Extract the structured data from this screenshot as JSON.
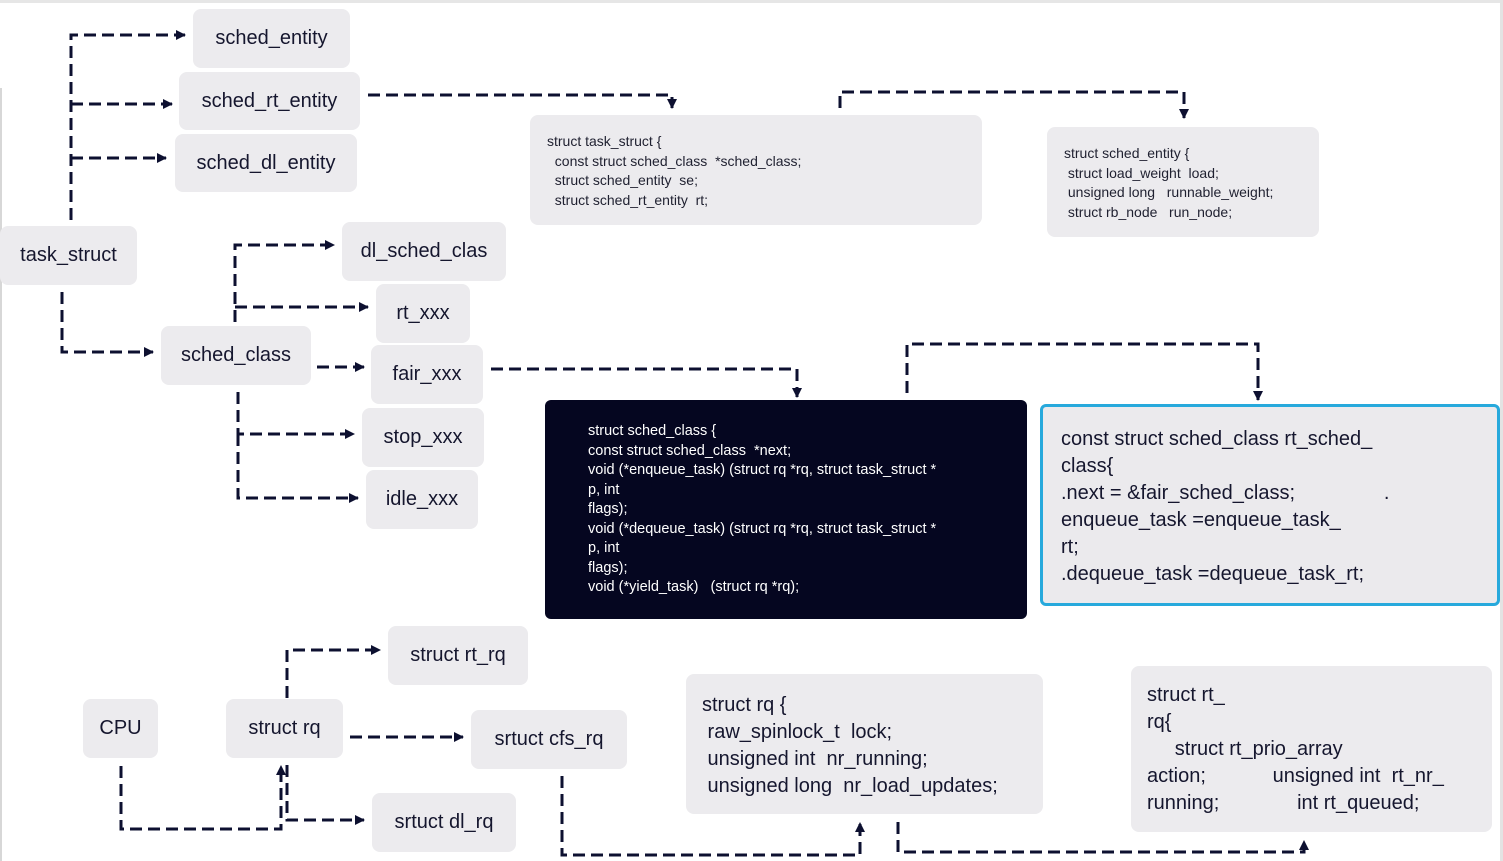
{
  "nodes": {
    "sched_entity": "sched_entity",
    "sched_rt_entity": "sched_rt_entity",
    "sched_dl_entity": "sched_dl_entity",
    "task_struct": "task_struct",
    "dl_sched_clas": "dl_sched_clas",
    "rt_xxx": "rt_xxx",
    "sched_class": "sched_class",
    "fair_xxx": "fair_xxx",
    "stop_xxx": "stop_xxx",
    "idle_xxx": "idle_xxx",
    "cpu": "CPU",
    "struct_rq": "struct rq",
    "struct_rt_rq": "struct rt_rq",
    "srtuct_cfs_rq": "srtuct cfs_rq",
    "srtuct_dl_rq": "srtuct dl_rq"
  },
  "code": {
    "task_struct_def": [
      "struct task_struct {",
      "  const struct sched_class  *sched_class;",
      "  struct sched_entity  se;",
      "  struct sched_rt_entity  rt;"
    ],
    "sched_entity_def": [
      "struct sched_entity {",
      " struct load_weight  load;",
      " unsigned long   runnable_weight;",
      " struct rb_node   run_node;"
    ],
    "sched_class_def": [
      "struct sched_class {",
      "const struct sched_class  *next;",
      "void (*enqueue_task) (struct rq *rq, struct task_struct *",
      "p, int",
      "flags);",
      "void (*dequeue_task) (struct rq *rq, struct task_struct *",
      "p, int",
      "flags);",
      "void (*yield_task)   (struct rq *rq);"
    ],
    "rt_sched_class_def": [
      "const struct sched_class rt_sched_",
      "class{",
      ".next = &fair_sched_class;                .",
      "enqueue_task =enqueue_task_",
      "rt;",
      ".dequeue_task =dequeue_task_rt;"
    ],
    "struct_rq_def": [
      "struct rq {",
      " raw_spinlock_t  lock;",
      " unsigned int  nr_running;",
      " unsigned long  nr_load_updates;"
    ],
    "struct_rt_rq_def": [
      "struct rt_",
      "rq{",
      "     struct rt_prio_array",
      "action;            unsigned int  rt_nr_",
      "running;              int rt_queued;"
    ]
  },
  "colors": {
    "box": "#ecebee",
    "dark_box": "#050620",
    "highlight_border": "#27a9dc",
    "arrow": "#0d1030"
  }
}
